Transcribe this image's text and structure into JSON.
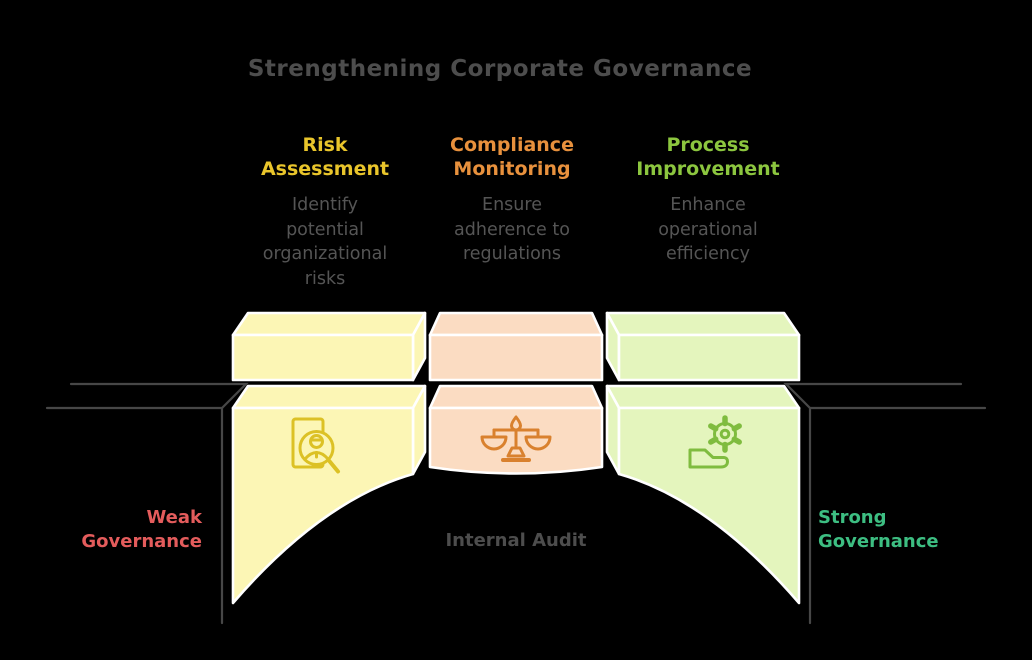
{
  "title": "Strengthening Corporate Governance",
  "columns": [
    {
      "heading": "Risk Assessment",
      "description": "Identify potential organizational risks",
      "heading_color": "#E9C52B",
      "block_fill": "#FCF6B5",
      "icon_color": "#DCC125",
      "icon": "person-search-document-icon"
    },
    {
      "heading": "Compliance Monitoring",
      "description": "Ensure adherence to regulations",
      "heading_color": "#E8913D",
      "block_fill": "#FBDCC2",
      "icon_color": "#D9812E",
      "icon": "balance-scales-icon"
    },
    {
      "heading": "Process Improvement",
      "description": "Enhance operational efficiency",
      "heading_color": "#8CC63F",
      "block_fill": "#E4F5BD",
      "icon_color": "#7FBC3F",
      "icon": "gear-hand-icon"
    }
  ],
  "bridge": {
    "center_label": "Internal Audit",
    "left_label": "Weak Governance",
    "right_label": "Strong Governance",
    "left_label_color": "#E45C5C",
    "right_label_color": "#3DBE82"
  },
  "colors": {
    "background": "#000000",
    "title_text": "#4D4D4D",
    "description_text": "#555555",
    "center_label_text": "#4D4D4D",
    "deck_line": "#474747",
    "block_outline": "#FFFFFF"
  }
}
